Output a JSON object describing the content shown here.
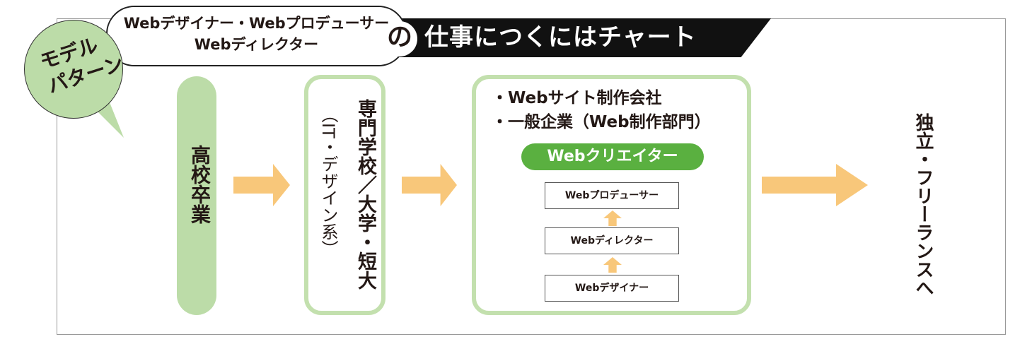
{
  "header": {
    "cloud_line1": "Webデザイナー・Webプロデューサー",
    "cloud_line2": "Webディレクター",
    "particle": "の",
    "title": "仕事につくにはチャート",
    "badge_line1": "モデル",
    "badge_line2": "パターン"
  },
  "steps": {
    "high_school": "高校卒業",
    "school": "専門学校／大学・短大",
    "school_note": "（IT・デザイン系）",
    "company_line1": "・Webサイト制作会社",
    "company_line2": "・一般企業（Web制作部門）",
    "creator": "Webクリエイター",
    "roles": [
      "Webプロデューサー",
      "Webディレクター",
      "Webデザイナー"
    ],
    "final": "独立・フリーランスへ"
  },
  "colors": {
    "green_light": "#bcdca8",
    "green": "#5ab040",
    "arrow": "#f8c77a"
  }
}
